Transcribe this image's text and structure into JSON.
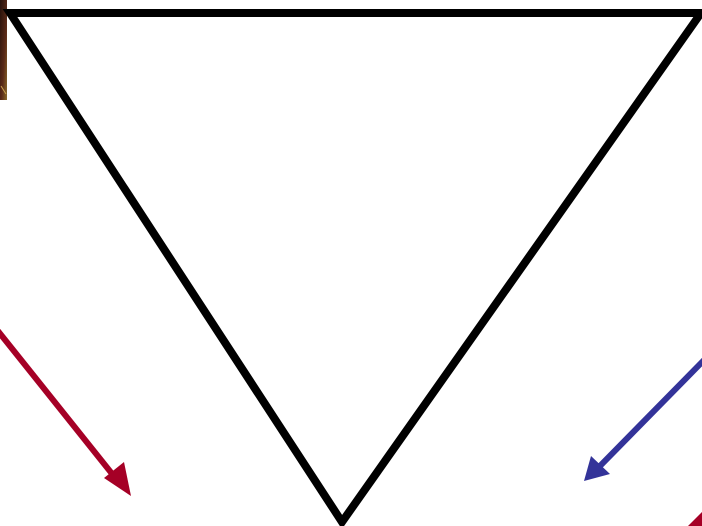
{
  "diagram": {
    "title": "",
    "shapes": [
      {
        "id": "inverted-triangle",
        "kind": "inverted-triangle",
        "stroke": "#000000",
        "fill": "#ffffff"
      }
    ],
    "arrows": [
      {
        "id": "left-arrow",
        "color": "#a50026",
        "direction": "down-right"
      },
      {
        "id": "right-arrow",
        "color": "#333399",
        "direction": "down-left"
      },
      {
        "id": "bottom-right-arrow-fragment",
        "color": "#a50026",
        "direction": "down-left"
      }
    ],
    "decorations": [
      {
        "id": "corner-image-fragment",
        "kind": "photo-fragment",
        "colors": [
          "#3a1a12",
          "#8a6a2a"
        ]
      }
    ]
  }
}
